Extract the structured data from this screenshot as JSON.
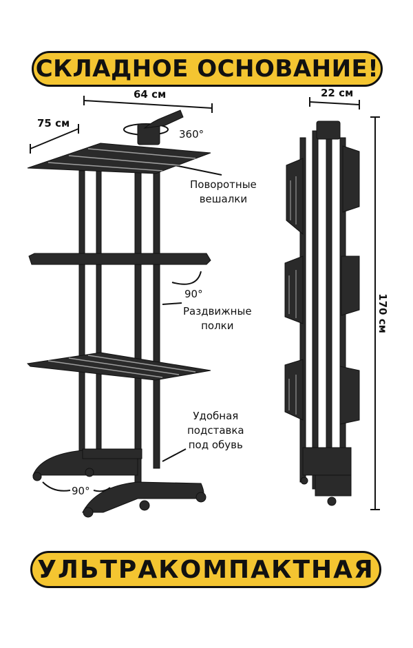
{
  "headline_top": "СКЛАДНОЕ ОСНОВАНИЕ!",
  "headline_bottom": "УЛЬТРАКОМПАКТНАЯ",
  "dimensions": {
    "width": "64 см",
    "depth": "75 см",
    "folded_width": "22 см",
    "height": "170 см",
    "rotation": "360°",
    "shelf_angle": "90°",
    "base_angle": "90°"
  },
  "features": {
    "hangers_line1": "Поворотные",
    "hangers_line2": "вешалки",
    "shelves_line1": "Раздвижные",
    "shelves_line2": "полки",
    "stand_line1": "Удобная",
    "stand_line2": "подставка",
    "stand_line3": "под обувь"
  },
  "colors": {
    "banner": "#f4c531",
    "frame": "#2a2a2a"
  }
}
